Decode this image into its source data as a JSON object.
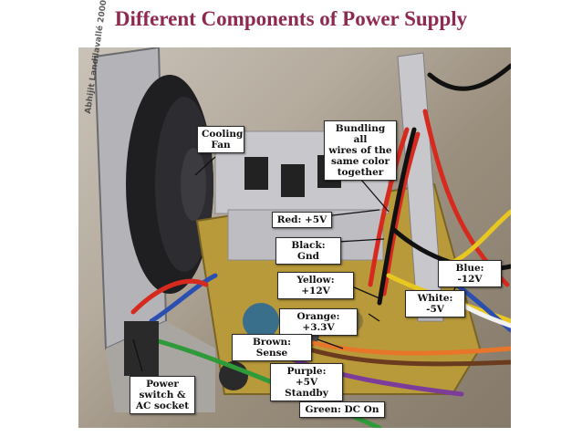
{
  "slide": {
    "title": "Different Components of Power Supply"
  },
  "photo": {
    "stamp_text": "Abhijit Landilavallé 2000",
    "labels": {
      "cooling_fan": "Cooling\nFan",
      "bundling": "Bundling all\nwires of the\nsame color\ntogether",
      "red": "Red: +5V",
      "black": "Black: Gnd",
      "yellow": "Yellow: +12V",
      "blue": "Blue: -12V",
      "white": "White: -5V",
      "orange": "Orange: +3.3V",
      "brown": "Brown: Sense",
      "purple": "Purple: +5V\nStandby",
      "power_switch": "Power\nswitch &\nAC socket",
      "green": "Green: DC On"
    }
  },
  "colors": {
    "title": "#8e2a4f",
    "wire_red": "#d62a1e",
    "wire_black": "#111111",
    "wire_yellow": "#e8c820",
    "wire_blue": "#2a4fb0",
    "wire_white": "#f2f2f2",
    "wire_orange": "#e8762a",
    "wire_brown": "#6b3b1f",
    "wire_purple": "#7d3b9a",
    "wire_green": "#2e9a3a",
    "pcb": "#b89a3a",
    "heatsink": "#c8c8cc"
  },
  "icons": [
    "cooling-fan-icon",
    "heatsink-icon",
    "pcb-board-icon"
  ]
}
